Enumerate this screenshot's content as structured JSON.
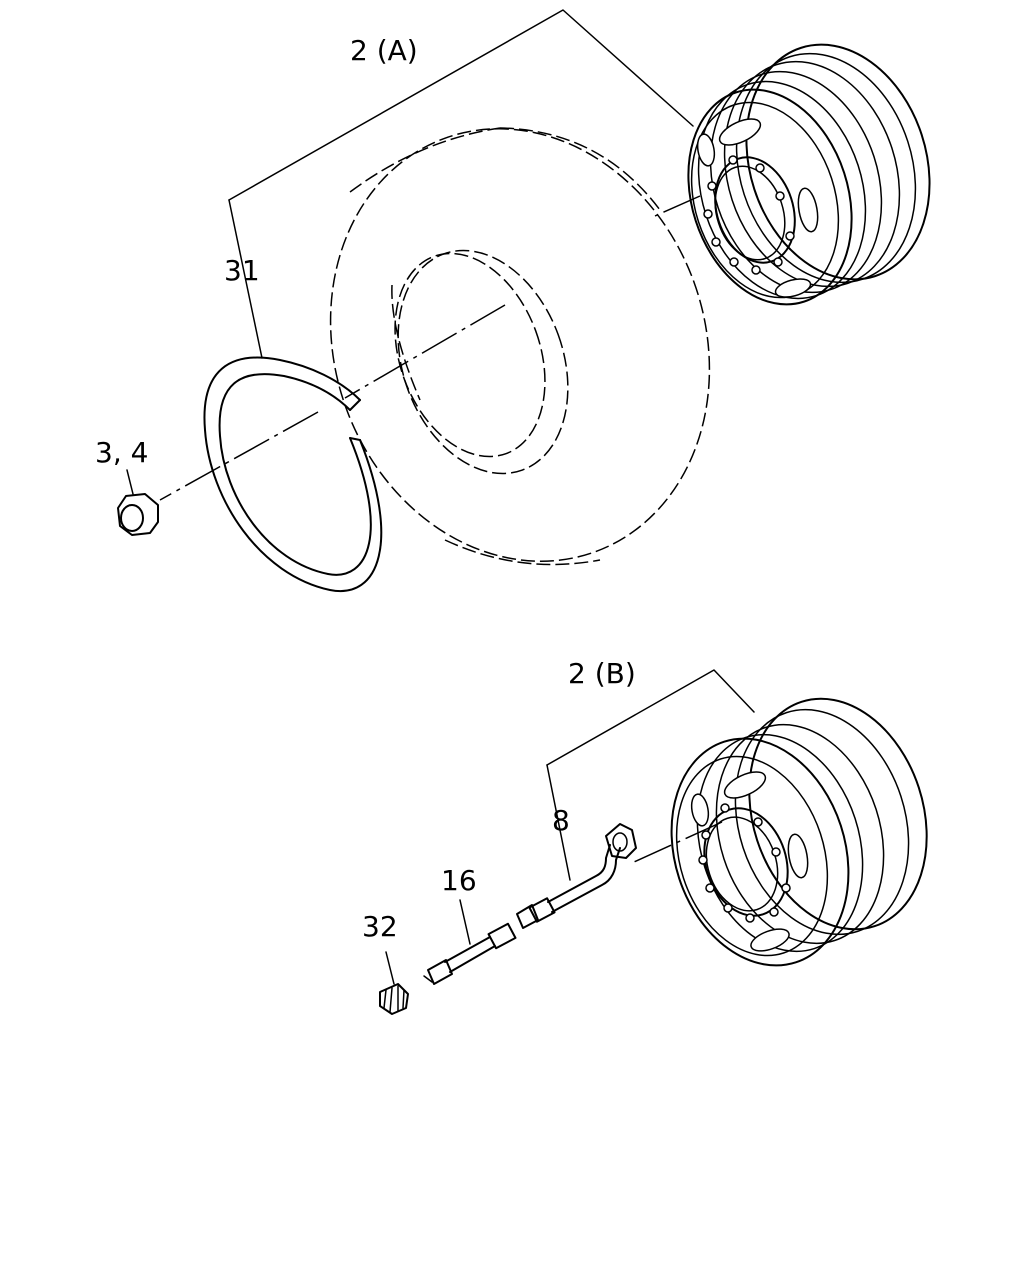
{
  "callouts": {
    "wheel_a": "2 (A)",
    "ring": "31",
    "nut": "3, 4",
    "wheel_b": "2 (B)",
    "hose": "8",
    "extension": "16",
    "cap": "32"
  }
}
